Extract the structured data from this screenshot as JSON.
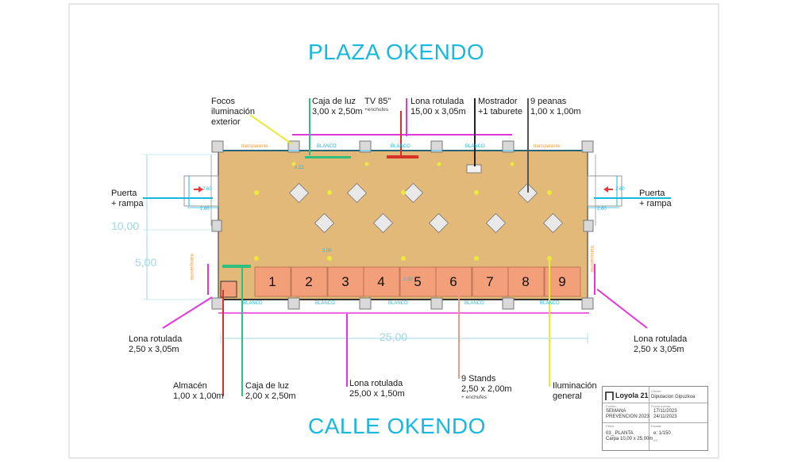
{
  "titles": {
    "top": "PLAZA OKENDO",
    "bottom": "CALLE OKENDO"
  },
  "dimensions": {
    "width": "25,00",
    "height": "10,00",
    "half_height": "5,00",
    "door_left": "2.60",
    "door_right": "2.60",
    "door_depth_left": "2.60",
    "door_depth_right": "2.60",
    "inner_a": "0.21",
    "inner_b": "2.00",
    "stand_dim": "2.00"
  },
  "top_callouts": {
    "focos": [
      "Focos",
      "iluminación",
      "exterior"
    ],
    "caja_luz_top": [
      "Caja de luz",
      "3,00 x 2,50m"
    ],
    "tv": "TV 85\"",
    "tv_sub": "+enchufes",
    "lona_top": [
      "Lona rotulada",
      "15,00 x 3,05m"
    ],
    "mostrador": [
      "Mostrador",
      "+1 taburete"
    ],
    "peanas": [
      "9 peanas",
      "1,00 x 1,00m"
    ]
  },
  "side_callouts": {
    "puerta_left": [
      "Puerta",
      "+ rampa"
    ],
    "puerta_right": [
      "Puerta",
      "+ rampa"
    ],
    "lona_left": [
      "Lona rotulada",
      "2,50 x 3,05m"
    ],
    "lona_right": [
      "Lona rotulada",
      "2,50 x 3,05m"
    ]
  },
  "bottom_callouts": {
    "almacen": [
      "Almacén",
      "1,00 x 1,00m"
    ],
    "caja_luz_bottom": [
      "Caja de luz",
      "2,00 x 2,50m"
    ],
    "lona_bottom": [
      "Lona rotulada",
      "25,00 x 1,50m"
    ],
    "stands": [
      "9 Stands",
      "2,50 x 2,00m"
    ],
    "stands_sub": "+ enchufes",
    "iluminacion": [
      "Iluminación",
      "general"
    ]
  },
  "strip_labels": {
    "top_transparent_left": "transparente",
    "top_blanco_1": "BLANCO",
    "top_blanco_2": "BLANCO",
    "top_blanco_3": "BLANCO",
    "top_transparent_right": "transparente",
    "bottom_blanco_1": "BLANCO",
    "bottom_blanco_2": "BLANCO",
    "bottom_blanco_3": "BLANCO",
    "bottom_blanco_4": "BLANCO",
    "bottom_blanco_5": "BLANCO",
    "side_left": "transparente",
    "side_right": "transparente"
  },
  "stands": [
    "1",
    "2",
    "3",
    "4",
    "5",
    "6",
    "7",
    "8",
    "9"
  ],
  "title_block": {
    "logo": "Loyola 21",
    "client_cap": "Cliente:",
    "client": "Diputacion Gipuzkoa",
    "event_cap": "Evento:",
    "event": [
      "SEMANA",
      "PREVENCION 2023"
    ],
    "date_cap": "Fecha evento:",
    "dates": [
      "17/11/2023",
      "24/11/2023"
    ],
    "plan_cap": "Plano:",
    "plan": [
      "03_ PLANTA",
      "Carpa 10,00 x 25,00m"
    ],
    "scale_cap": "Escala:",
    "scale": "e: 1/150",
    "scale_sub": "A3"
  },
  "colors": {
    "floor": "#e3b97a",
    "stand_fill": "#f3a07a",
    "cyan": "#19b8e0",
    "magenta": "#e536d8",
    "yellow": "#eaea3a",
    "green": "#2fbf7f",
    "red": "#d8312a",
    "grey_line": "#555555"
  }
}
